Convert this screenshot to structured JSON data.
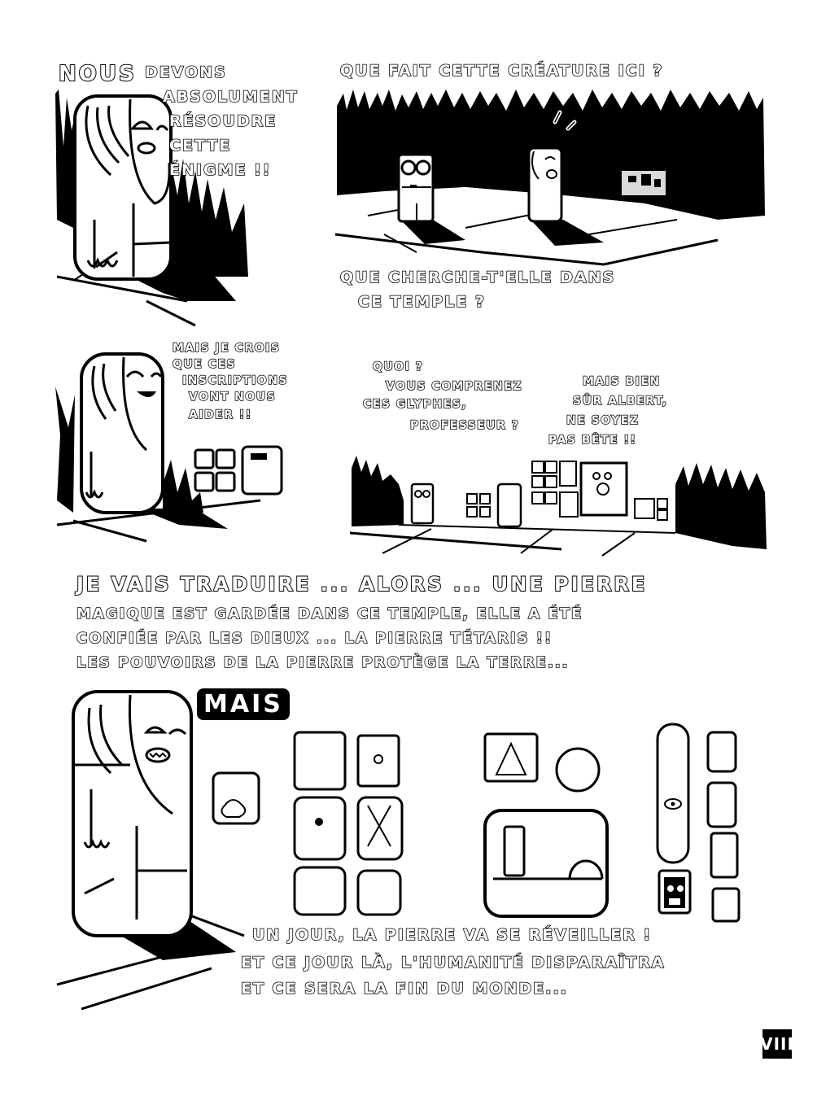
{
  "page": {
    "type": "comic-page",
    "language": "fr",
    "page_number": "VIII",
    "colors": {
      "ink": "#000000",
      "paper": "#ffffff"
    }
  },
  "panels": [
    {
      "id": 1,
      "description": "Hooded robed character standing in front of dark tall grass, looking pensive",
      "caption_lines": [
        "NOUS",
        "DEVONS",
        "ABSOLUMENT",
        "RÉSOUDRE",
        "CETTE",
        "ÉNIGME !!"
      ]
    },
    {
      "id": 2,
      "description": "Glasses-wearing character and hooded character on stone path before black grass wall, faint glyphs in darkness",
      "caption_top": "QUE FAIT CETTE CRÉATURE ICI ?",
      "caption_bottom_lines": [
        "QUE CHERCHE-T'ELLE DANS",
        "CE TEMPLE ?"
      ]
    },
    {
      "id": 3,
      "description": "Hooded character smiling next to wall inscriptions",
      "speech_lines": [
        "MAIS JE CROIS",
        "QUE CES",
        "INSCRIPTIONS",
        "VONT NOUS",
        "AIDER !!"
      ]
    },
    {
      "id": 4,
      "description": "Two characters standing in front of a wall covered with glyph carvings",
      "speech_left_lines": [
        "QUOI ?",
        "VOUS COMPRENEZ",
        "CES GLYPHES,",
        "PROFESSEUR ?"
      ],
      "speech_right_lines": [
        "MAIS BIEN",
        "SÛR ALBERT,",
        "NE SOYEZ",
        "PAS BÊTE !!"
      ]
    },
    {
      "id": 5,
      "description": "Hooded character reading a large wall of glyphs aloud",
      "narration_top_lines": [
        "JE VAIS TRADUIRE ... ALORS ... UNE PIERRE",
        "MAGIQUE EST GARDÉE DANS CE TEMPLE, ELLE A ÉTÉ",
        "CONFIÉE PAR LES DIEUX ... LA PIERRE TÉTARIS !!",
        "LES POUVOIRS DE LA PIERRE PROTÈGE LA TERRE..."
      ],
      "emphasis_word": "TÉTARIS",
      "interjection": "MAIS",
      "narration_bottom_lines": [
        "UN JOUR, LA PIERRE VA SE RÉVEILLER !",
        "ET CE JOUR LÀ, L'HUMANITÉ DISPARAÎTRA",
        "ET CE SERA LA FIN DU MONDE..."
      ]
    }
  ]
}
